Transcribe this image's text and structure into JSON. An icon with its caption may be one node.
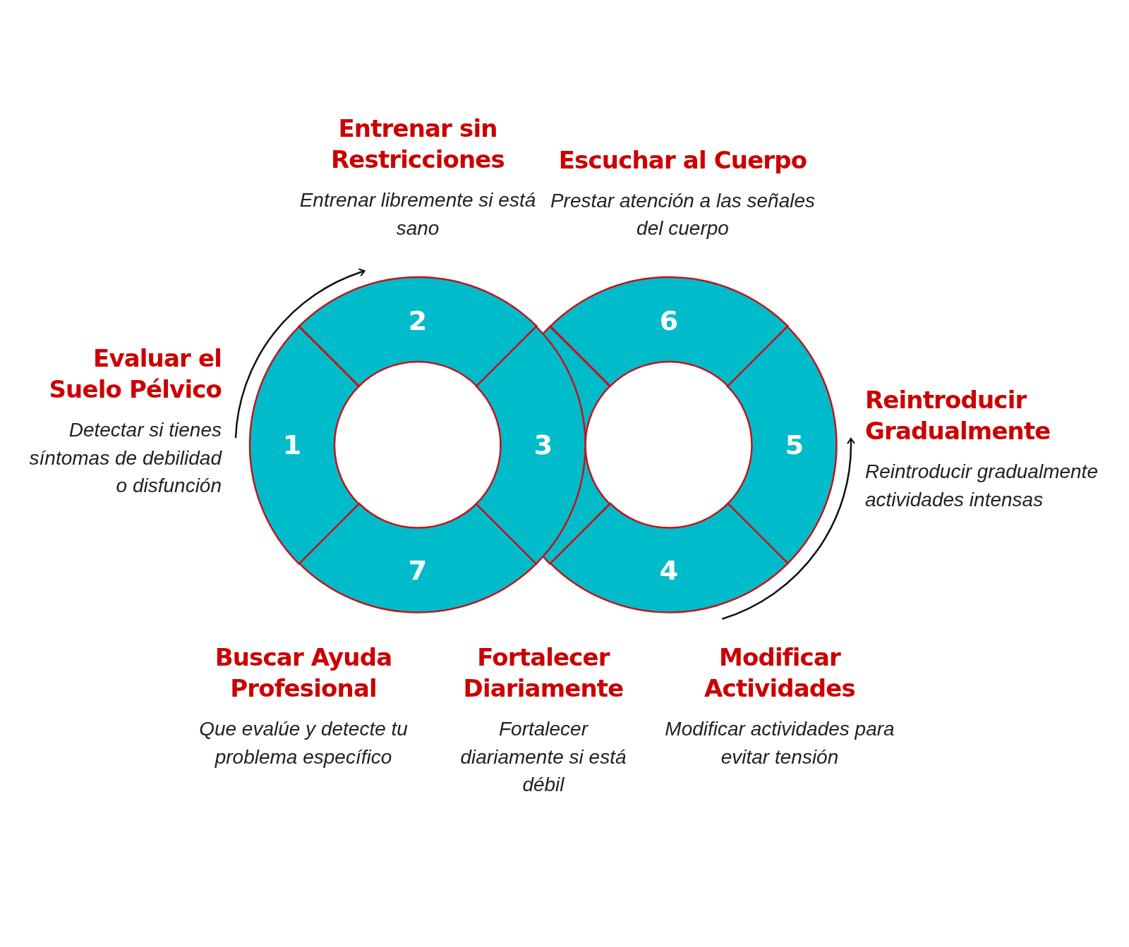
{
  "diagram": {
    "nodes": [
      {
        "text": [
          "1"
        ],
        "beside": [
          "Evaluar el Suelo Pélvico",
          "Detectar si tienes síntomas de debilidad o disfunción"
        ]
      },
      {
        "text": [
          "2"
        ],
        "beside": [
          "Entrenar sin Restricciones",
          "Entrenar libremente si está sano"
        ]
      },
      {
        "text": [
          "3"
        ],
        "beside": [
          "Fortalecer Diariamente",
          "Fortalecer diariamente si está débil"
        ]
      },
      {
        "text": [
          "4"
        ],
        "beside": [
          "Modificar Actividades",
          "Modificar actividades para evitar tensión"
        ]
      },
      {
        "text": [
          "5"
        ],
        "beside": [
          "Reintroducir Gradualmente",
          "Reintroducir gradualmente actividades intensas"
        ]
      },
      {
        "text": [
          "6"
        ],
        "beside": [
          "Escuchar al Cuerpo",
          "Prestar atención a las señales del cuerpo"
        ]
      },
      {
        "text": [
          "7"
        ],
        "beside": [
          "Buscar Ayuda Profesional",
          "Que evalúe y detecte tu problema específico"
        ]
      }
    ]
  }
}
